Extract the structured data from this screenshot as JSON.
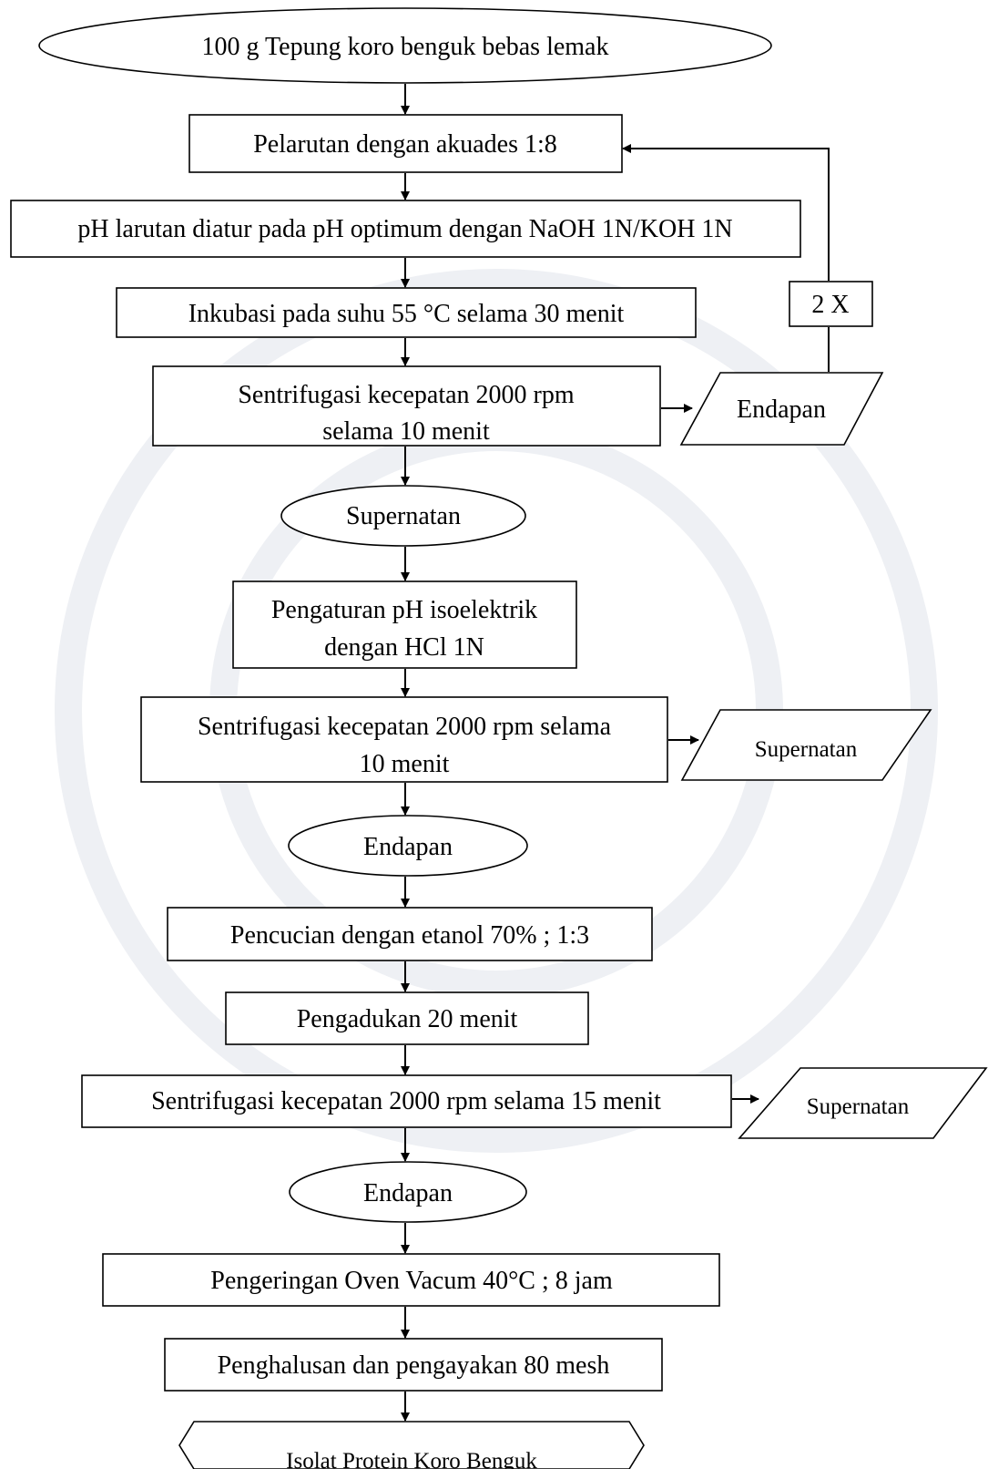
{
  "diagram": {
    "start": "100 g  Tepung koro benguk bebas lemak",
    "step_pelarutan": "Pelarutan dengan akuades 1:8",
    "step_ph": "pH larutan diatur pada pH optimum dengan NaOH 1N/KOH 1N",
    "step_inkubasi": "Inkubasi pada suhu 55 °C selama 30 menit",
    "step_sentri1": [
      "Sentrifugasi kecepatan 2000 rpm",
      "selama 10 menit"
    ],
    "out_endapan1": "Endapan",
    "repeat_label": "2 X",
    "mid_supernatan": "Supernatan",
    "step_isoelektrik": [
      "Pengaturan pH isoelektrik",
      "dengan HCl 1N"
    ],
    "step_sentri2": [
      "Sentrifugasi kecepatan 2000 rpm selama",
      "10 menit"
    ],
    "out_supernatan2": "Supernatan",
    "mid_endapan2": "Endapan",
    "step_pencucian": "Pencucian dengan etanol 70% ; 1:3",
    "step_pengadukan": "Pengadukan 20 menit",
    "step_sentri3": "Sentrifugasi kecepatan 2000 rpm selama 15 menit",
    "out_supernatan3": "Supernatan",
    "mid_endapan3": "Endapan",
    "step_pengeringan": "Pengeringan Oven Vacum 40°C ; 8 jam",
    "step_penghalusan": "Penghalusan dan pengayakan 80 mesh",
    "end": "Isolat Protein Koro Benguk"
  }
}
